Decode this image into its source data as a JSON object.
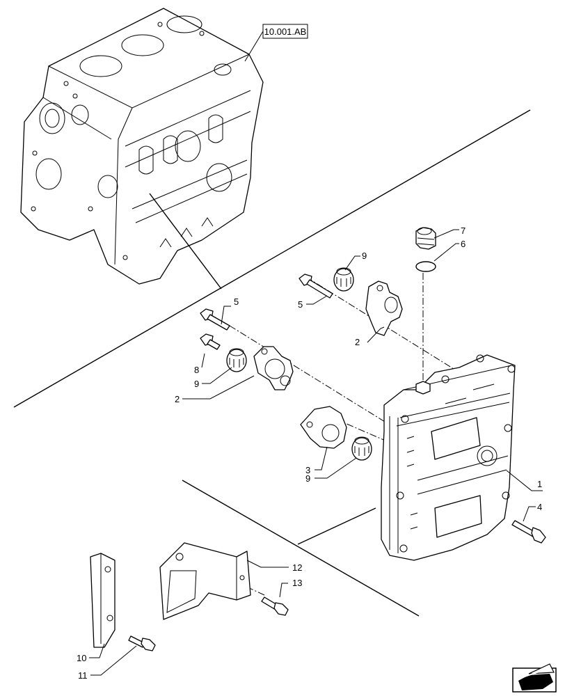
{
  "reference": "10.001.AB",
  "callouts": {
    "c1": "1",
    "c2a": "2",
    "c2b": "2",
    "c3": "3",
    "c4": "4",
    "c5a": "5",
    "c5b": "5",
    "c6": "6",
    "c7": "7",
    "c8": "8",
    "c9a": "9",
    "c9b": "9",
    "c9c": "9",
    "c10": "10",
    "c11": "11",
    "c12": "12",
    "c13": "13"
  },
  "icons": {
    "nav": "next-page-arrow-icon"
  }
}
